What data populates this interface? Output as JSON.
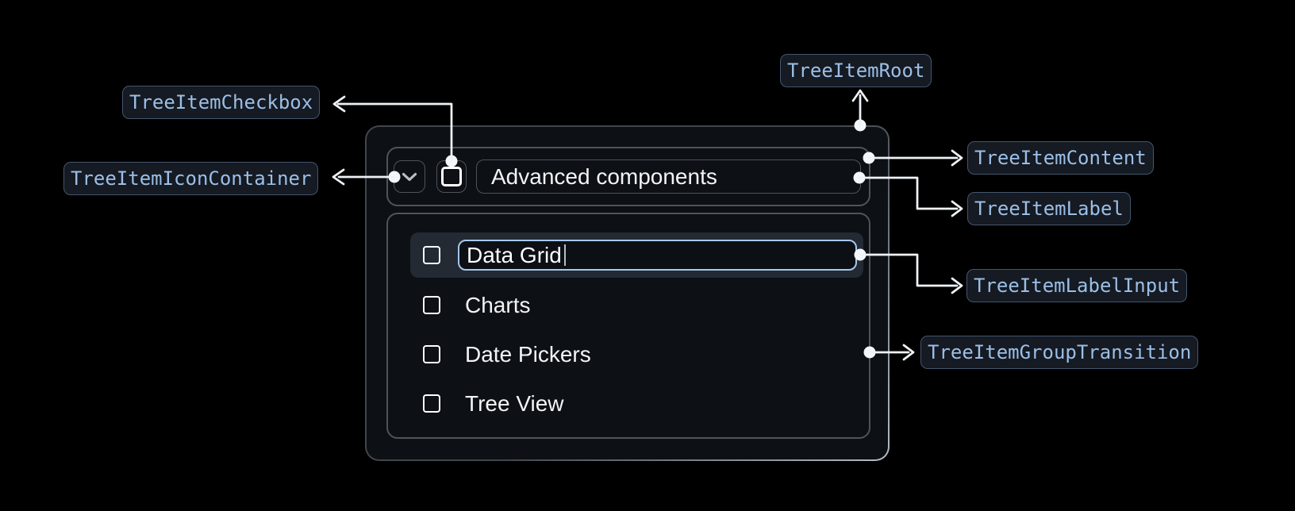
{
  "badges": {
    "checkbox": {
      "label": "TreeItemCheckbox"
    },
    "icon_container": {
      "label": "TreeItemIconContainer"
    },
    "root": {
      "label": "TreeItemRoot"
    },
    "content": {
      "label": "TreeItemContent"
    },
    "label": {
      "label": "TreeItemLabel"
    },
    "label_input": {
      "label": "TreeItemLabelInput"
    },
    "group_transition": {
      "label": "TreeItemGroupTransition"
    }
  },
  "tree_item": {
    "parent_label": "Advanced components",
    "label_input": {
      "value": "Data Grid"
    },
    "children": [
      {
        "label": "Charts"
      },
      {
        "label": "Date Pickers"
      },
      {
        "label": "Tree View"
      }
    ],
    "icons": {
      "expand": "chevron-down-icon",
      "checkbox": "checkbox-unchecked-icon"
    }
  },
  "colors": {
    "background": "#000000",
    "badge_text": "#9cbfe6",
    "badge_bg": "#151a23",
    "badge_border": "#45566c",
    "container_border": "#4e545b",
    "connector": "#eef2f6",
    "input_border": "#a6c8ec",
    "row_highlight_bg": "#242a33",
    "text": "#f2f4f6"
  }
}
